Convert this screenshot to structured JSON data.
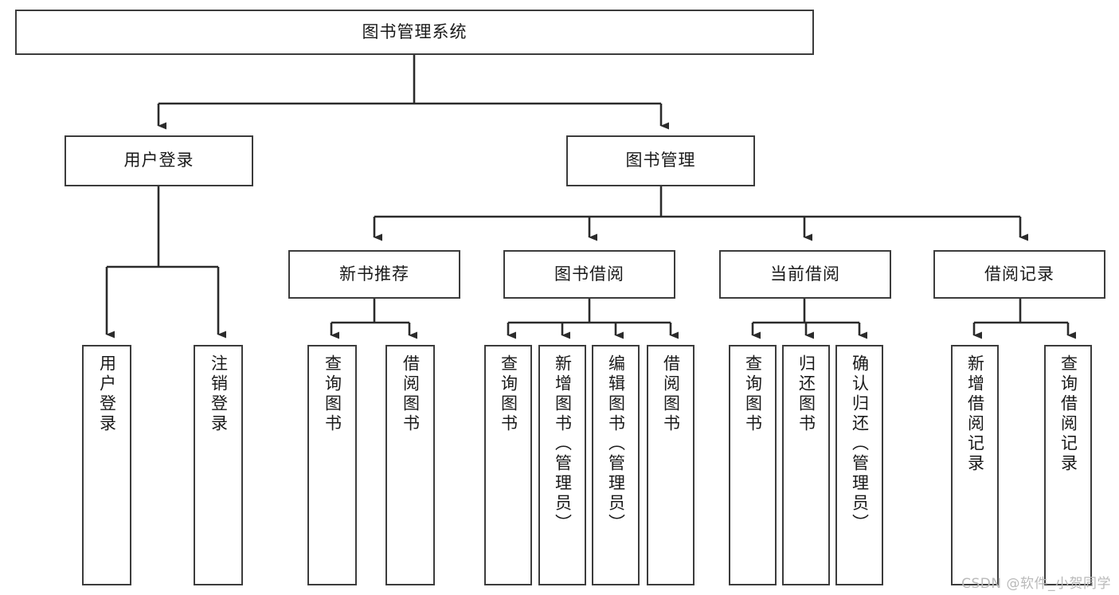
{
  "diagram": {
    "title": "图书管理系统",
    "type": "tree",
    "colors": {
      "box_border": "#3c3c3c",
      "box_fill": "#ffffff",
      "edge": "#2b2b2b",
      "background": "#ffffff",
      "watermark": "#b9b9b9"
    },
    "levels": {
      "root": {
        "label": "图书管理系统"
      },
      "level1": [
        {
          "id": "user-login",
          "label": "用户登录"
        },
        {
          "id": "book-manage",
          "label": "图书管理"
        }
      ],
      "level2": [
        {
          "id": "new-book-rec",
          "label": "新书推荐",
          "parent": "book-manage"
        },
        {
          "id": "book-borrow",
          "label": "图书借阅",
          "parent": "book-manage"
        },
        {
          "id": "current-borrow",
          "label": "当前借阅",
          "parent": "book-manage"
        },
        {
          "id": "borrow-record",
          "label": "借阅记录",
          "parent": "book-manage"
        }
      ],
      "leaves": [
        {
          "id": "leaf-user-login",
          "label": "用户登录",
          "parent": "user-login"
        },
        {
          "id": "leaf-logout",
          "label": "注销登录",
          "parent": "user-login"
        },
        {
          "id": "leaf-query-book-1",
          "label": "查询图书",
          "parent": "new-book-rec"
        },
        {
          "id": "leaf-borrow-book-1",
          "label": "借阅图书",
          "parent": "new-book-rec"
        },
        {
          "id": "leaf-query-book-2",
          "label": "查询图书",
          "parent": "book-borrow"
        },
        {
          "id": "leaf-add-book",
          "label": "新增图书（管理员）",
          "parent": "book-borrow"
        },
        {
          "id": "leaf-edit-book",
          "label": "编辑图书（管理员）",
          "parent": "book-borrow"
        },
        {
          "id": "leaf-borrow-book-2",
          "label": "借阅图书",
          "parent": "book-borrow"
        },
        {
          "id": "leaf-query-book-3",
          "label": "查询图书",
          "parent": "current-borrow"
        },
        {
          "id": "leaf-return-book",
          "label": "归还图书",
          "parent": "current-borrow"
        },
        {
          "id": "leaf-confirm-return",
          "label": "确认归还（管理员）",
          "parent": "current-borrow"
        },
        {
          "id": "leaf-add-record",
          "label": "新增借阅记录",
          "parent": "borrow-record"
        },
        {
          "id": "leaf-query-record",
          "label": "查询借阅记录",
          "parent": "borrow-record"
        }
      ]
    },
    "watermark": "CSDN @软件_小贺同学"
  }
}
